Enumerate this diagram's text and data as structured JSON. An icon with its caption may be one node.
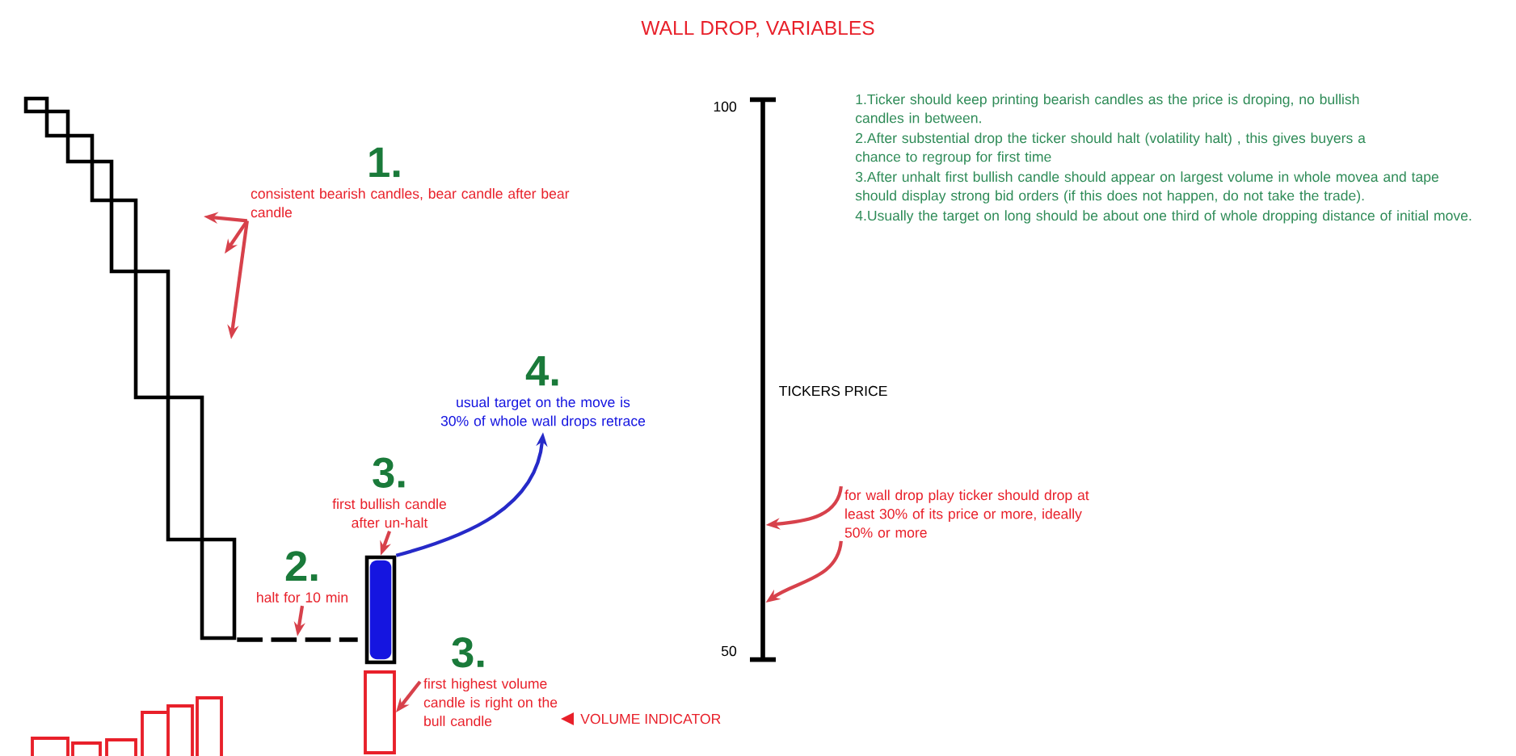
{
  "diagram": {
    "title": "WALL DROP, VARIABLES",
    "nodes": [
      {
        "text": [
          "1.",
          "consistent bearish candles, bear candle after bear candle"
        ]
      },
      {
        "text": [
          "3.",
          "first bullish candle after un-halt"
        ]
      },
      {
        "text": [],
        "shape": "box"
      },
      {
        "text": [
          "2.",
          "halt for 10 min"
        ]
      },
      {
        "text": [
          "4.",
          "usual target on the move is 30% of whole wall drops retrace"
        ]
      },
      {
        "text": [],
        "shape": "box"
      },
      {
        "text": [
          "3.",
          "first highest volume candle is right on the bull candle"
        ]
      },
      {
        "text": [
          "for wall drop play ticker should drop at least 30% of its price or more, ideally 50% or more"
        ]
      },
      {
        "text": [],
        "shape": "bar",
        "beside": [
          "TICKERS PRICE"
        ]
      },
      {
        "text": [],
        "shape": "bar"
      },
      {
        "text": [],
        "shape": "picture"
      }
    ],
    "edges": [
      {
        "from": 0,
        "to": 10,
        "arrow": "to"
      },
      {
        "from": 0,
        "to": 10,
        "arrow": "to"
      },
      {
        "from": 0,
        "to": 10,
        "arrow": "to"
      },
      {
        "from": 3,
        "to": 9,
        "arrow": "to"
      },
      {
        "from": 1,
        "to": 2,
        "arrow": "to"
      },
      {
        "from": 2,
        "to": 4,
        "arrow": "to",
        "color": "#1515e0"
      },
      {
        "from": 6,
        "to": 5,
        "arrow": "to"
      },
      {
        "from": 7,
        "to": 8,
        "arrow": "to"
      },
      {
        "from": 7,
        "to": 8,
        "arrow": "to"
      }
    ],
    "labels": [
      "100",
      "1.Ticker should keep printing bearish candles as the price is droping, no bullish candles in between.",
      "2.After substential drop the ticker should halt (volatility halt) , this gives buyers a chance to regroup for first time",
      "3.After unhalt first bullish candle should appear on largest volume in whole movea and tape should display strong bid orders (if this does not happen, do not take the trade).",
      "4.Usually the target on long should be about one third of whole dropping distance of initial move.",
      "50",
      "VOLUME INDICATOR"
    ]
  }
}
